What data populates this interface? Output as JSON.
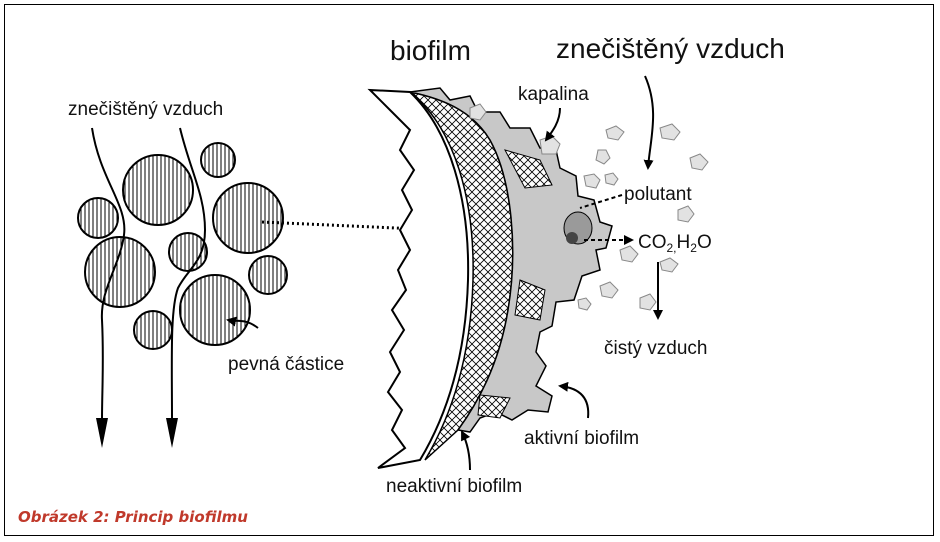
{
  "diagram": {
    "labels": {
      "biofilm_title": "biofilm",
      "polluted_air_top": "znečištěný vzduch",
      "polluted_air_left": "znečištěný vzduch",
      "liquid": "kapalina",
      "pollutant": "polutant",
      "products_co2": "CO",
      "products_co2_sub": "2,",
      "products_h2o_h": "H",
      "products_h2o_sub": "2",
      "products_h2o_o": "O",
      "clean_air": "čistý vzduch",
      "solid_particle": "pevná částice",
      "active_biofilm": "aktivní biofilm",
      "inactive_biofilm": "neaktivní biofilm"
    },
    "colors": {
      "caption": "#c0392b",
      "biofilm_fill": "#c8c8c8",
      "line": "#000000"
    }
  },
  "caption": "Obrázek 2: Princip biofilmu"
}
